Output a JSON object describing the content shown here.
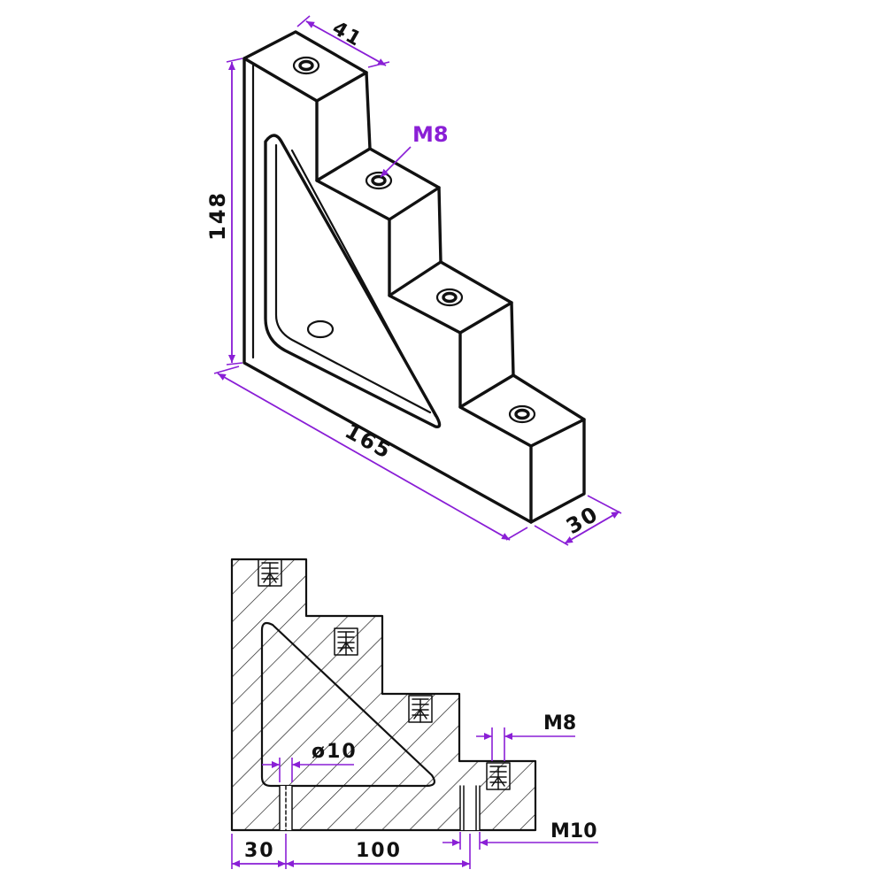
{
  "colors": {
    "dimension_purple": "#8a1fd6",
    "outline": "#111111",
    "background": "#ffffff"
  },
  "isometric_view": {
    "dim_depth_top": "41",
    "dim_height": "148",
    "dim_length": "165",
    "dim_thickness": "30",
    "callout_thread": "M8"
  },
  "section_view": {
    "callout_thread_small": "M8",
    "callout_hole": "ø10",
    "callout_thread_large": "M10",
    "dim_left": "30",
    "dim_span": "100"
  }
}
